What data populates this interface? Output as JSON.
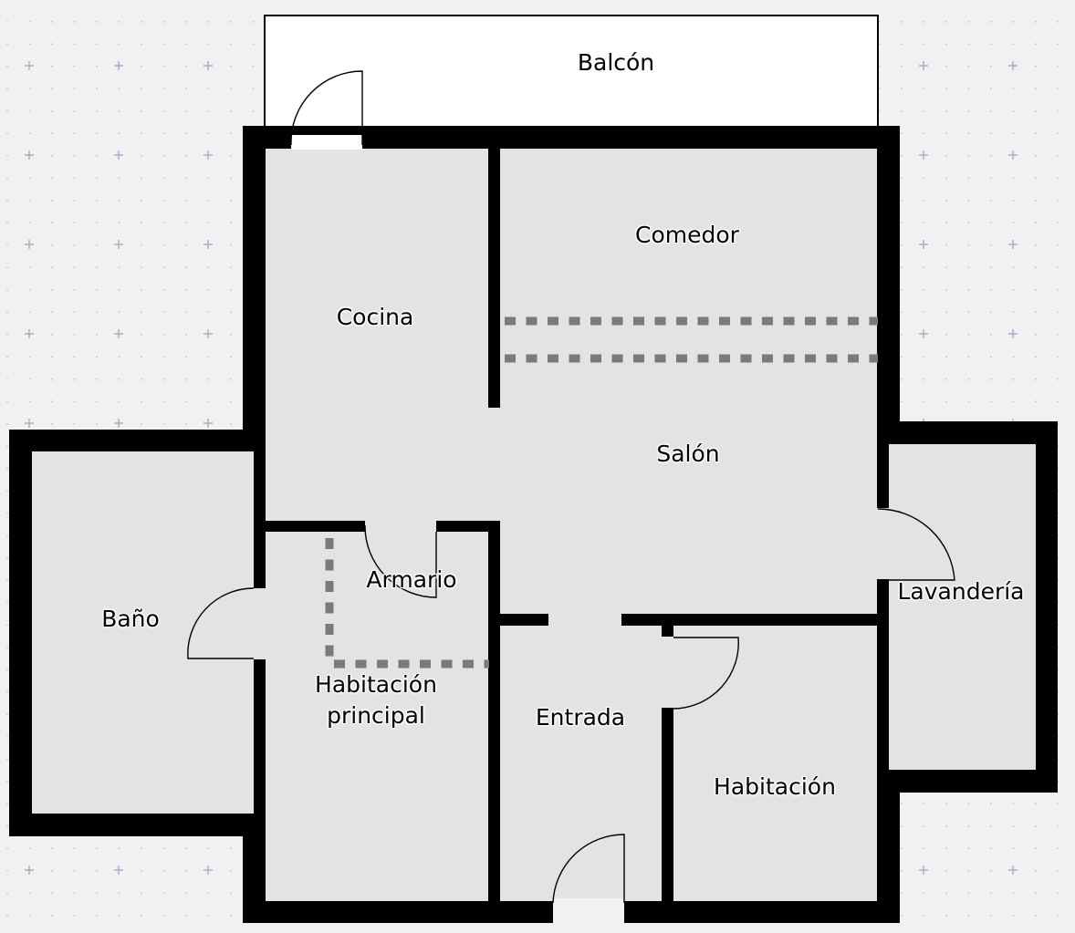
{
  "plan": {
    "colors": {
      "background": "#f1f1f1",
      "room_fill": "#e3e3e3",
      "balcony_fill": "#ffffff",
      "wall": "#000000",
      "divider": "#7a7a7a",
      "grid_dot": "#c8c8c8",
      "grid_plus": "#a8b4cc"
    },
    "rooms": [
      {
        "id": "balcon",
        "label": "Balcón"
      },
      {
        "id": "cocina",
        "label": "Cocina"
      },
      {
        "id": "comedor",
        "label": "Comedor"
      },
      {
        "id": "salon",
        "label": "Salón"
      },
      {
        "id": "lavanderia",
        "label": "Lavandería"
      },
      {
        "id": "bano",
        "label": "Baño"
      },
      {
        "id": "armario",
        "label": "Armario"
      },
      {
        "id": "habitacion_principal",
        "label": "Habitación principal",
        "line1": "Habitación",
        "line2": "principal"
      },
      {
        "id": "entrada",
        "label": "Entrada"
      },
      {
        "id": "habitacion",
        "label": "Habitación"
      }
    ]
  }
}
